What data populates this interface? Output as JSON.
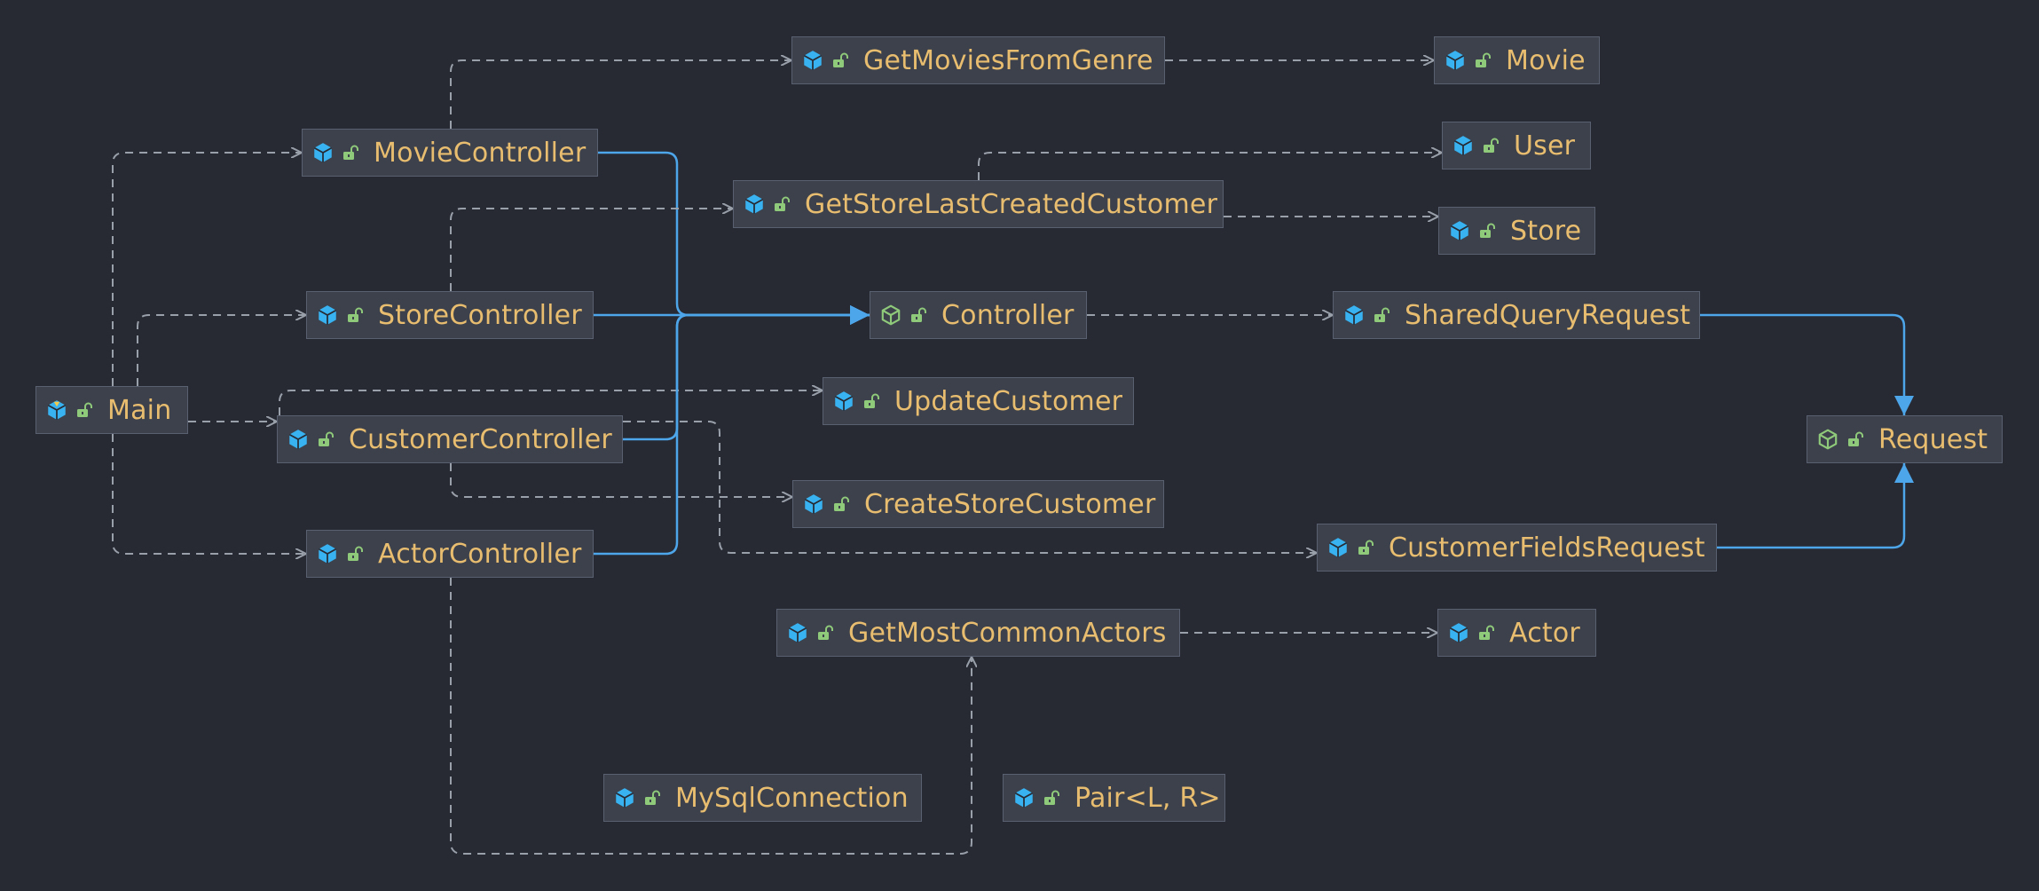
{
  "colors": {
    "background": "#272a33",
    "node_fill": "#3c414c",
    "node_border": "#596070",
    "label": "#e8bd6f",
    "class_icon": "#38b2f0",
    "interface_icon": "#8fc97a",
    "lock_icon": "#8fc97a",
    "dependency_edge": "#9aa0aa",
    "inheritance_edge": "#4ea6ea"
  },
  "nodes": [
    {
      "id": "main",
      "label": "Main",
      "icon": "main-class-icon"
    },
    {
      "id": "movie-controller",
      "label": "MovieController",
      "icon": "class-icon"
    },
    {
      "id": "store-controller",
      "label": "StoreController",
      "icon": "class-icon"
    },
    {
      "id": "customer-controller",
      "label": "CustomerController",
      "icon": "class-icon"
    },
    {
      "id": "actor-controller",
      "label": "ActorController",
      "icon": "class-icon"
    },
    {
      "id": "get-movies-from-genre",
      "label": "GetMoviesFromGenre",
      "icon": "class-icon"
    },
    {
      "id": "get-store-last-created-customer",
      "label": "GetStoreLastCreatedCustomer",
      "icon": "class-icon"
    },
    {
      "id": "controller",
      "label": "Controller",
      "icon": "interface-icon"
    },
    {
      "id": "update-customer",
      "label": "UpdateCustomer",
      "icon": "class-icon"
    },
    {
      "id": "create-store-customer",
      "label": "CreateStoreCustomer",
      "icon": "class-icon"
    },
    {
      "id": "get-most-common-actors",
      "label": "GetMostCommonActors",
      "icon": "class-icon"
    },
    {
      "id": "my-sql-connection",
      "label": "MySqlConnection",
      "icon": "class-icon"
    },
    {
      "id": "pair",
      "label": "Pair<L, R>",
      "icon": "class-icon"
    },
    {
      "id": "movie",
      "label": "Movie",
      "icon": "class-icon"
    },
    {
      "id": "user",
      "label": "User",
      "icon": "class-icon"
    },
    {
      "id": "store",
      "label": "Store",
      "icon": "class-icon"
    },
    {
      "id": "shared-query-request",
      "label": "SharedQueryRequest",
      "icon": "class-icon"
    },
    {
      "id": "customer-fields-request",
      "label": "CustomerFieldsRequest",
      "icon": "class-icon"
    },
    {
      "id": "actor",
      "label": "Actor",
      "icon": "class-icon"
    },
    {
      "id": "request",
      "label": "Request",
      "icon": "interface-icon"
    }
  ],
  "edges": [
    {
      "from": "main",
      "to": "movie-controller",
      "type": "dependency"
    },
    {
      "from": "main",
      "to": "store-controller",
      "type": "dependency"
    },
    {
      "from": "main",
      "to": "customer-controller",
      "type": "dependency"
    },
    {
      "from": "main",
      "to": "actor-controller",
      "type": "dependency"
    },
    {
      "from": "movie-controller",
      "to": "get-movies-from-genre",
      "type": "dependency"
    },
    {
      "from": "movie-controller",
      "to": "controller",
      "type": "inheritance"
    },
    {
      "from": "store-controller",
      "to": "get-store-last-created-customer",
      "type": "dependency"
    },
    {
      "from": "store-controller",
      "to": "controller",
      "type": "inheritance"
    },
    {
      "from": "customer-controller",
      "to": "controller",
      "type": "inheritance"
    },
    {
      "from": "customer-controller",
      "to": "update-customer",
      "type": "dependency"
    },
    {
      "from": "customer-controller",
      "to": "create-store-customer",
      "type": "dependency"
    },
    {
      "from": "customer-controller",
      "to": "customer-fields-request",
      "type": "dependency"
    },
    {
      "from": "actor-controller",
      "to": "controller",
      "type": "inheritance"
    },
    {
      "from": "actor-controller",
      "to": "get-most-common-actors",
      "type": "dependency"
    },
    {
      "from": "get-movies-from-genre",
      "to": "movie",
      "type": "dependency"
    },
    {
      "from": "get-store-last-created-customer",
      "to": "user",
      "type": "dependency"
    },
    {
      "from": "get-store-last-created-customer",
      "to": "store",
      "type": "dependency"
    },
    {
      "from": "controller",
      "to": "shared-query-request",
      "type": "dependency"
    },
    {
      "from": "shared-query-request",
      "to": "request",
      "type": "inheritance"
    },
    {
      "from": "customer-fields-request",
      "to": "request",
      "type": "inheritance"
    },
    {
      "from": "get-most-common-actors",
      "to": "actor",
      "type": "dependency"
    }
  ]
}
